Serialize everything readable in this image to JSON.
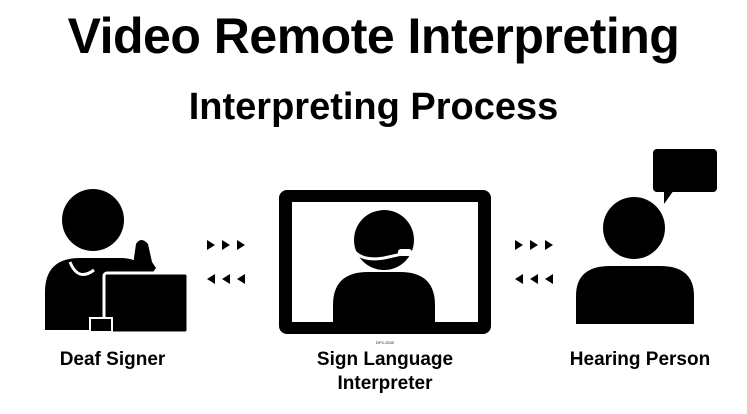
{
  "title": "Video Remote Interpreting",
  "subtitle": "Interpreting Process",
  "nodes": {
    "deaf_signer": "Deaf Signer",
    "interpreter": "Sign Language Interpreter",
    "hearing_person": "Hearing Person"
  },
  "screen_caption": "DFS-3330",
  "arrow_glyph": "▶▶▶"
}
